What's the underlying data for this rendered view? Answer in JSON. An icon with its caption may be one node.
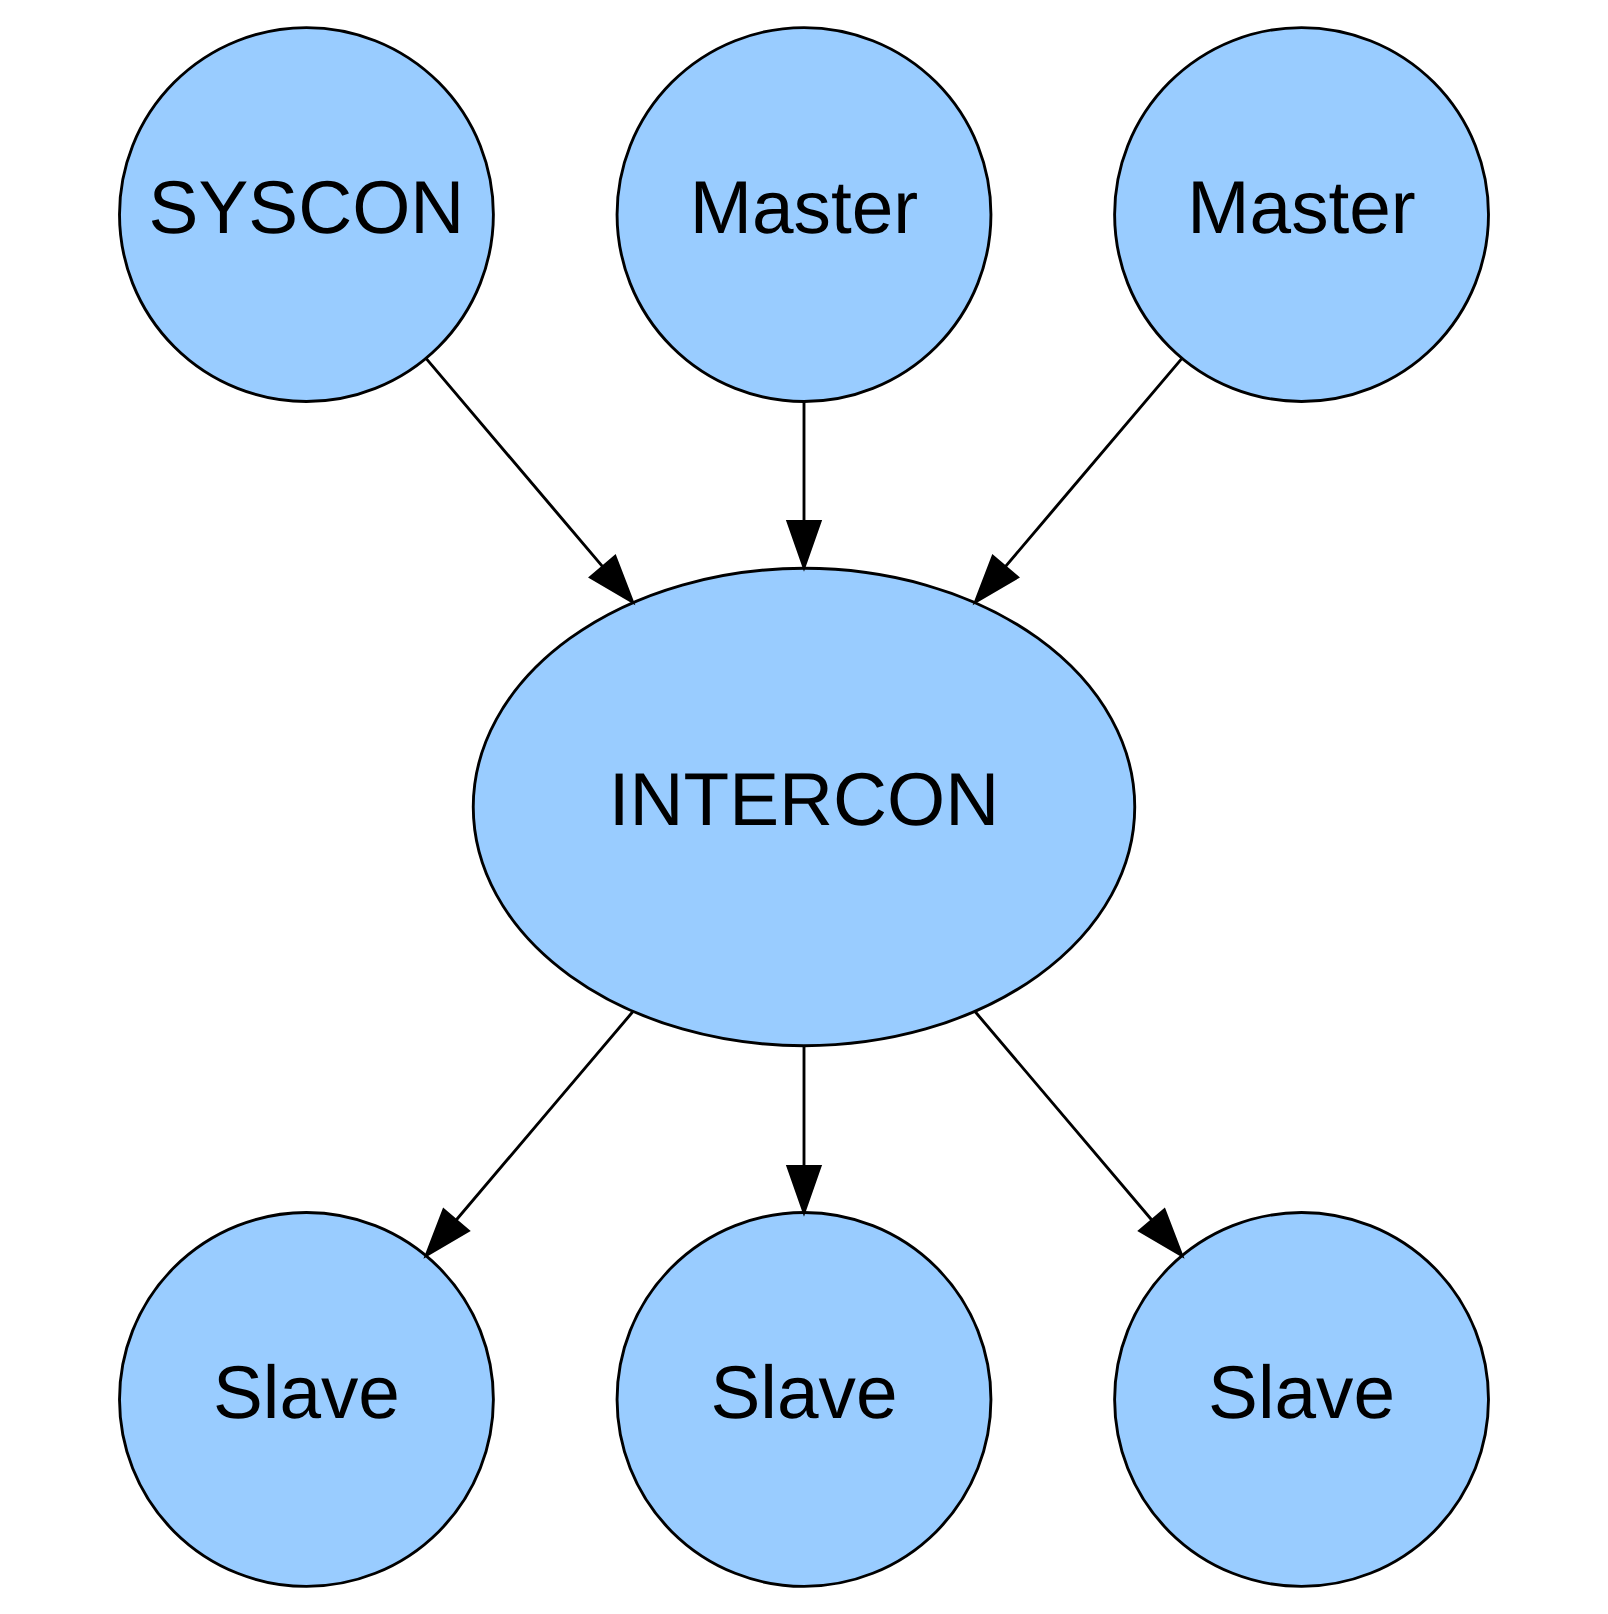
{
  "diagram": {
    "nodes": [
      {
        "text": [
          "SYSCON"
        ]
      },
      {
        "text": [
          "Master"
        ]
      },
      {
        "text": [
          "Master"
        ]
      },
      {
        "text": [
          "INTERCON"
        ]
      },
      {
        "text": [
          "Slave"
        ]
      },
      {
        "text": [
          "Slave"
        ]
      },
      {
        "text": [
          "Slave"
        ]
      }
    ],
    "edges": [
      {
        "from": 0,
        "to": 3,
        "arrow": "to"
      },
      {
        "from": 1,
        "to": 3,
        "arrow": "to"
      },
      {
        "from": 2,
        "to": 3,
        "arrow": "to"
      },
      {
        "from": 3,
        "to": 4,
        "arrow": "to"
      },
      {
        "from": 3,
        "to": 6,
        "arrow": "to"
      },
      {
        "from": 3,
        "to": 5,
        "arrow": "to"
      }
    ]
  }
}
